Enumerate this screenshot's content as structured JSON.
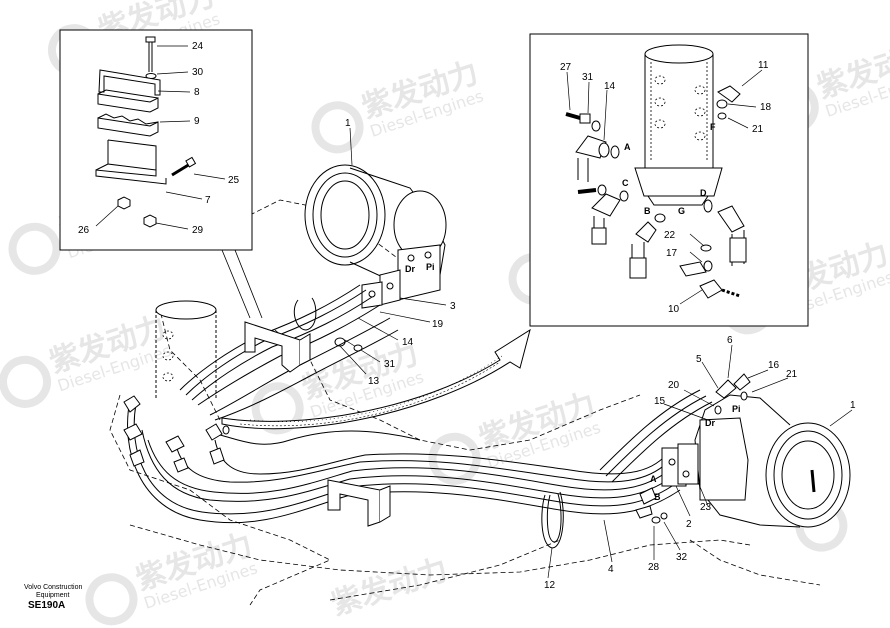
{
  "watermark": {
    "brand_cn": "紫发动力",
    "brand_en": "Diesel-Engines"
  },
  "caption": {
    "line1": "Volvo Construction",
    "line2": "Equipment",
    "code": "SE190A"
  },
  "callouts": {
    "c24": "24",
    "c30": "30",
    "c8": "8",
    "c9": "9",
    "c25": "25",
    "c7": "7",
    "c26": "26",
    "c29": "29",
    "c1a": "1",
    "c3": "3",
    "c19": "19",
    "c14a": "14",
    "c31a": "31",
    "c13": "13",
    "c27": "27",
    "c31b": "31",
    "c14b": "14",
    "c11": "11",
    "c18": "18",
    "c21a": "21",
    "c22": "22",
    "c17": "17",
    "c10": "10",
    "c6": "6",
    "c5": "5",
    "c16": "16",
    "c20": "20",
    "c21b": "21",
    "c15": "15",
    "c1b": "1",
    "c2": "2",
    "c23": "23",
    "c32": "32",
    "c28": "28",
    "c4": "4",
    "c12": "12"
  },
  "ports": {
    "pA": "A",
    "pB": "B",
    "pC": "C",
    "pD": "D",
    "pF": "F",
    "pG": "G",
    "dr1": "Dr",
    "pi1": "Pi",
    "dr2": "Dr",
    "pi2": "Pi",
    "a2": "A",
    "b2": "B"
  }
}
